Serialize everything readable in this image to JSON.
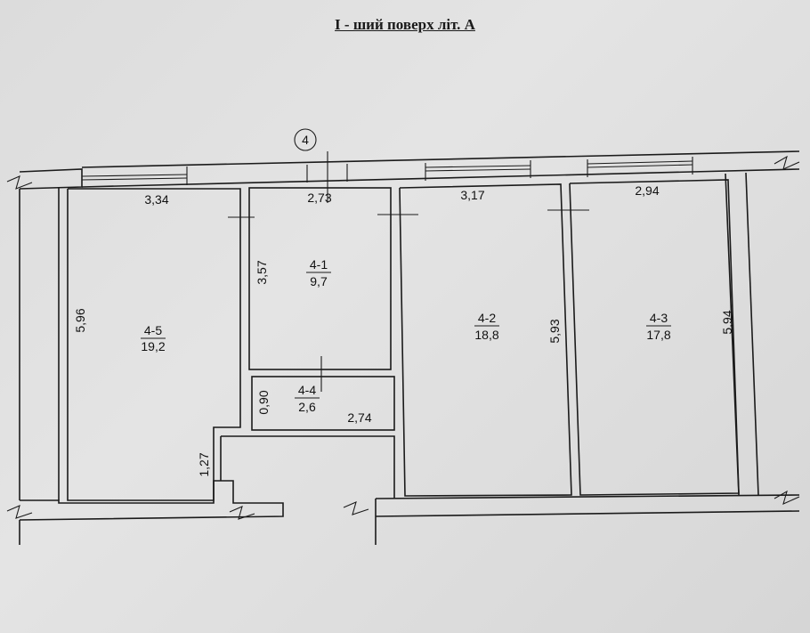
{
  "title": "I - ший  поверх літ. А",
  "axis_marker": "4",
  "rooms": [
    {
      "id": "4-5",
      "area": "19,2"
    },
    {
      "id": "4-1",
      "area": "9,7"
    },
    {
      "id": "4-4",
      "area": "2,6"
    },
    {
      "id": "4-2",
      "area": "18,8"
    },
    {
      "id": "4-3",
      "area": "17,8"
    }
  ],
  "dimensions": {
    "room_4_5_width": "3,34",
    "room_4_5_length": "5,96",
    "room_4_5_notch": "1,27",
    "room_4_1_width": "2,73",
    "room_4_1_length": "3,57",
    "room_4_4_width": "2,74",
    "room_4_4_length": "0,90",
    "room_4_2_width": "3,17",
    "room_4_2_length": "5,93",
    "room_4_3_width": "2,94",
    "room_4_3_length": "5,94"
  }
}
